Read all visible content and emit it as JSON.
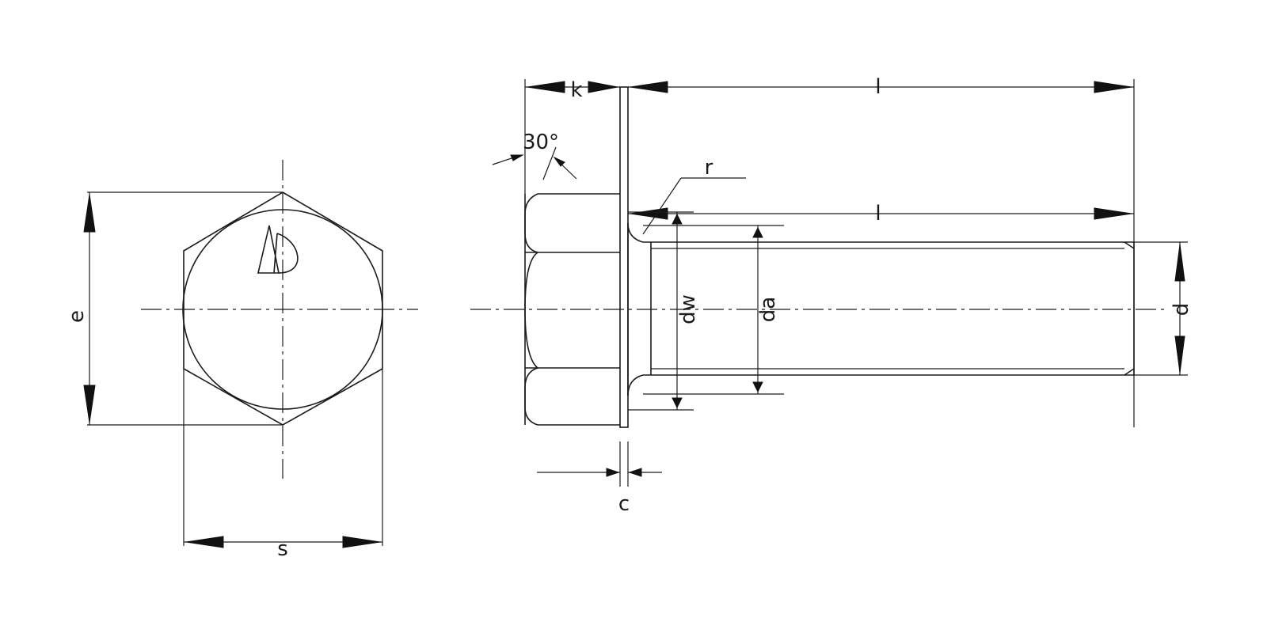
{
  "drawing": {
    "labels": {
      "e": "e",
      "s": "s",
      "k": "k",
      "angle": "30°",
      "r": "r",
      "l_top": "l",
      "l_mid": "l",
      "dw": "dw",
      "da": "da",
      "d": "d",
      "c": "c"
    },
    "colors": {
      "line": "#1a1a1a",
      "background": "#ffffff"
    },
    "marks": [
      "logo-mark"
    ]
  }
}
